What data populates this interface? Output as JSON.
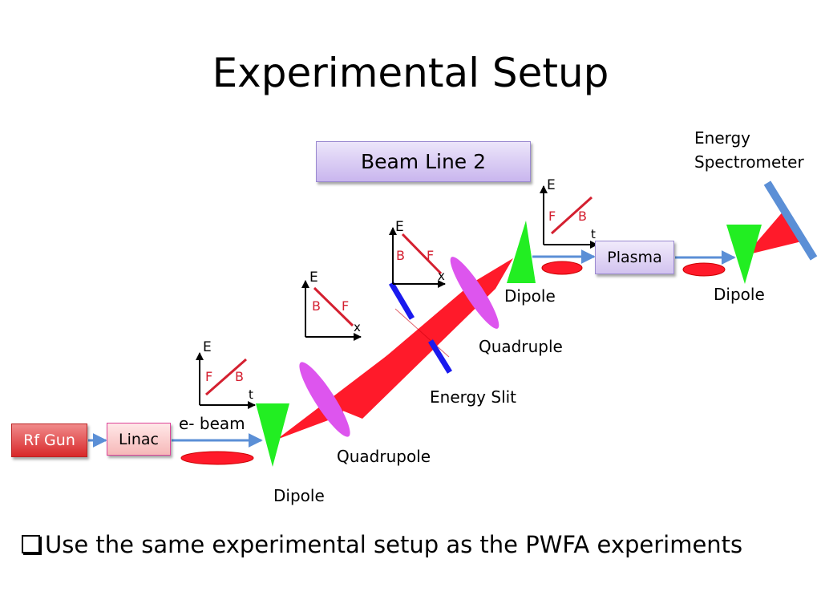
{
  "title": "Experimental Setup",
  "beam_line": "Beam Line 2",
  "components": {
    "rf_gun": "Rf Gun",
    "linac": "Linac",
    "plasma": "Plasma",
    "e_beam": "e- beam",
    "dipole_1": "Dipole",
    "quadrupole": "Quadrupole",
    "energy_slit": "Energy Slit",
    "quadruple": "Quadruple",
    "dipole_2": "Dipole",
    "dipole_3": "Dipole",
    "spectrometer_line1": "Energy",
    "spectrometer_line2": "Spectrometer"
  },
  "plots": {
    "p1": {
      "y": "E",
      "x": "t",
      "a": "F",
      "b": "B"
    },
    "p2": {
      "y": "E",
      "x": "x",
      "a": "B",
      "b": "F"
    },
    "p3": {
      "y": "E",
      "x": "x",
      "a": "B",
      "b": "F"
    },
    "p4": {
      "y": "E",
      "x": "t",
      "a": "F",
      "b": "B"
    }
  },
  "bullet": "Use the same experimental setup as the PWFA experiments",
  "colors": {
    "beam": "#ff1a2a",
    "dipole": "#22ee22",
    "quad": "#dd55ee",
    "slit": "#1a1aee",
    "arrow": "#5b8fd6",
    "spectrometer": "#5b8fd6",
    "plot_line": "#d42030"
  }
}
